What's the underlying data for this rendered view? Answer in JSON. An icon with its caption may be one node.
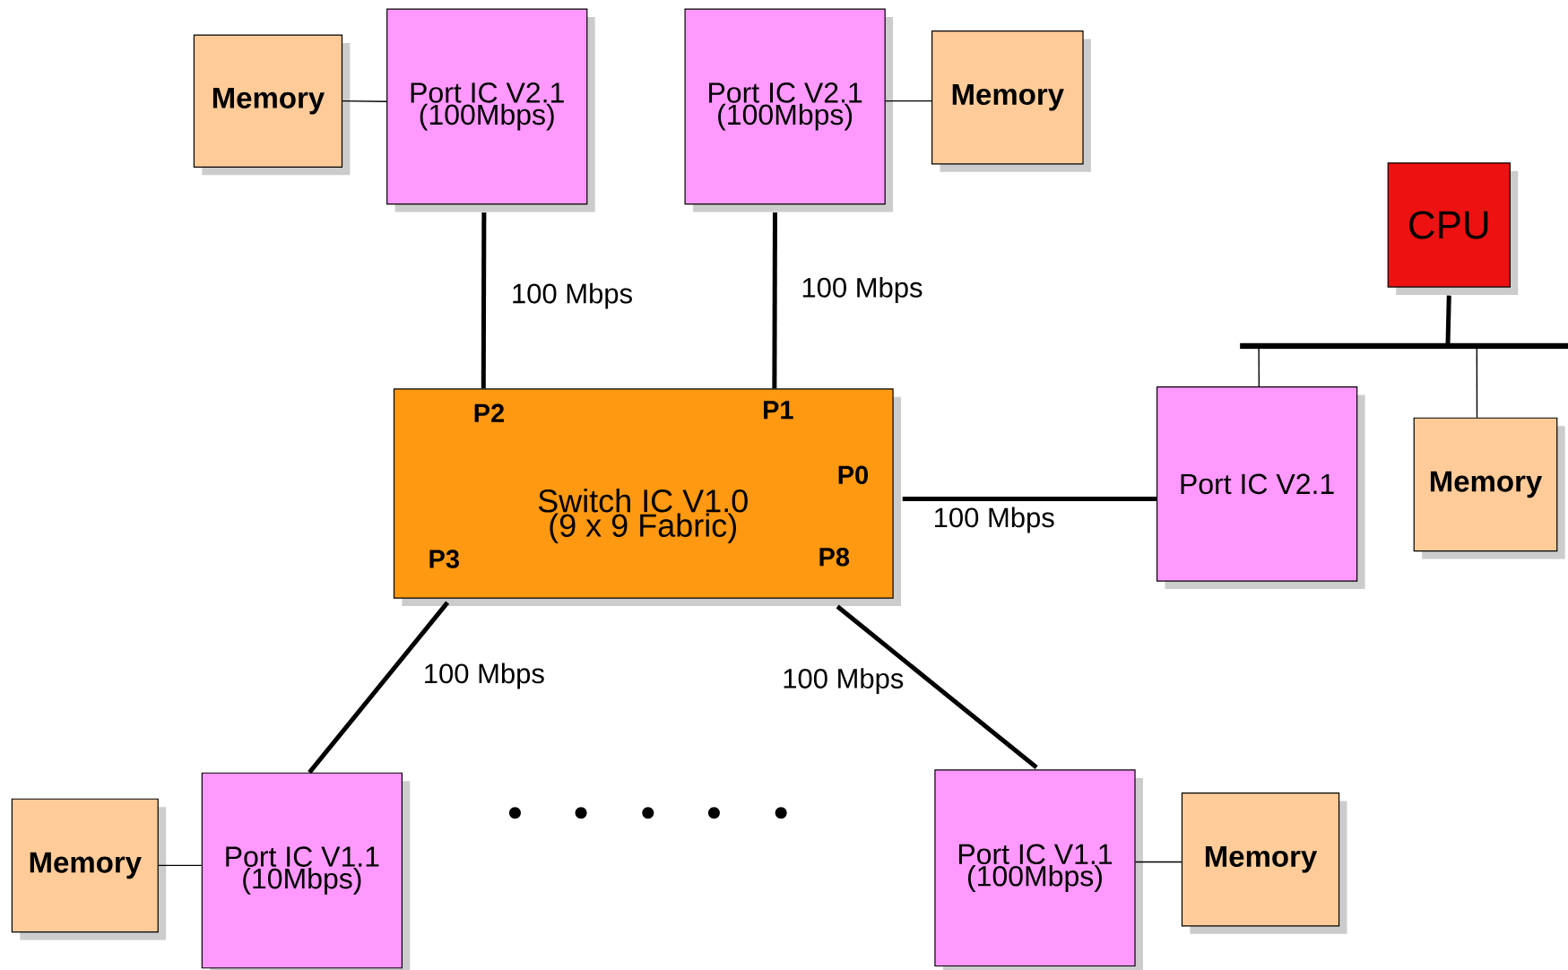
{
  "diagram": {
    "nodes": [
      {
        "text": [
          "Memory"
        ]
      },
      {
        "text": [
          "Port IC V2.1 (100Mbps)"
        ]
      },
      {
        "text": [
          "Port IC V2.1 (100Mbps)"
        ]
      },
      {
        "text": [
          "Memory"
        ]
      },
      {
        "text": [
          "CPU"
        ]
      },
      {
        "text": [],
        "shape": "bar"
      },
      {
        "text": [
          "Switch IC V1.0 (9 x 9 Fabric)",
          "P2",
          "P1",
          "P0",
          "P3",
          "P8"
        ]
      },
      {
        "text": [
          "Port IC V2.1"
        ]
      },
      {
        "text": [
          "Memory"
        ]
      },
      {
        "text": [
          "Memory"
        ]
      },
      {
        "text": [
          "Port IC V1.1 (10Mbps)"
        ]
      },
      {
        "text": [
          "Port IC V1.1 (100Mbps)"
        ]
      },
      {
        "text": [
          "Memory"
        ]
      }
    ],
    "edges": [
      {
        "from": 0,
        "to": 1,
        "arrow": "none"
      },
      {
        "from": 2,
        "to": 3,
        "arrow": "none"
      },
      {
        "from": 1,
        "to": 6,
        "arrow": "none",
        "label": "100 Mbps",
        "style": "thick"
      },
      {
        "from": 2,
        "to": 6,
        "arrow": "none",
        "label": "100 Mbps",
        "style": "thick"
      },
      {
        "from": 6,
        "to": 7,
        "arrow": "none",
        "label": "100 Mbps",
        "style": "thick"
      },
      {
        "from": 6,
        "to": 10,
        "arrow": "none",
        "label": "100 Mbps",
        "style": "thick"
      },
      {
        "from": 6,
        "to": 11,
        "arrow": "none",
        "label": "100 Mbps",
        "style": "thick"
      },
      {
        "from": 4,
        "to": 5,
        "arrow": "none",
        "style": "thick"
      },
      {
        "from": 7,
        "to": 5,
        "arrow": "none"
      },
      {
        "from": 8,
        "to": 5,
        "arrow": "none"
      },
      {
        "from": 9,
        "to": 10,
        "arrow": "none"
      },
      {
        "from": 11,
        "to": 12,
        "arrow": "none"
      }
    ]
  }
}
